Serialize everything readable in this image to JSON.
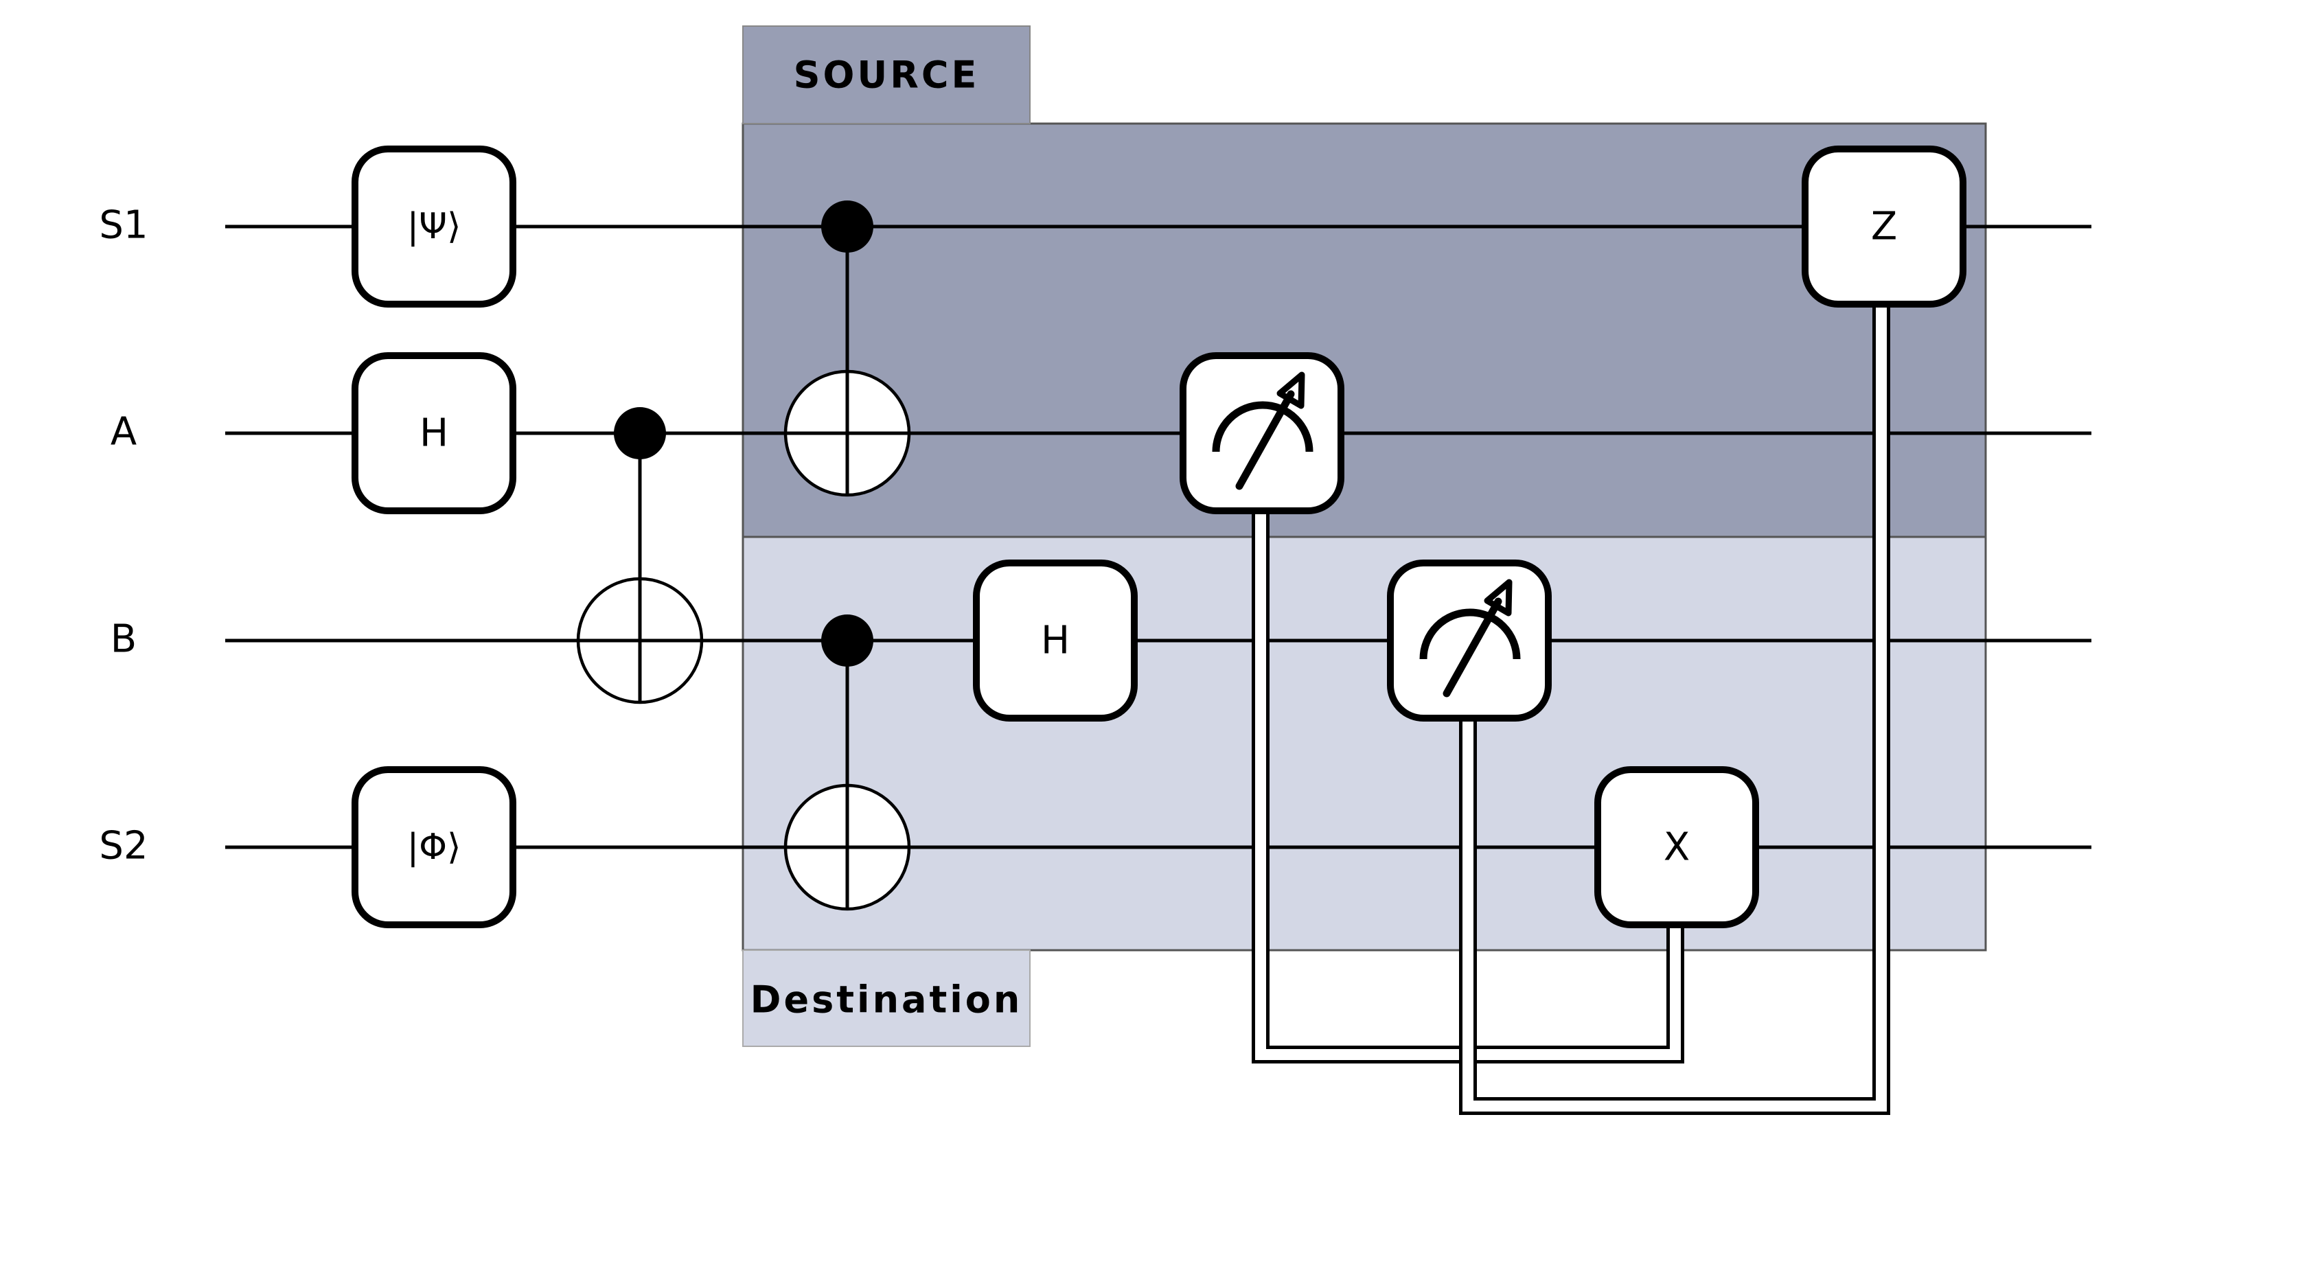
{
  "regions": {
    "source": {
      "label": "SOURCE",
      "color": "#989eb4"
    },
    "destination": {
      "label": "Destination",
      "color": "#d3d7e5"
    }
  },
  "qubits": [
    {
      "id": "s1",
      "label": "S1"
    },
    {
      "id": "a",
      "label": "A"
    },
    {
      "id": "b",
      "label": "B"
    },
    {
      "id": "s2",
      "label": "S2"
    }
  ],
  "gates": {
    "psi": {
      "label": "|Ψ⟩"
    },
    "h_a": {
      "label": "H"
    },
    "phi": {
      "label": "|Φ⟩"
    },
    "h_b": {
      "label": "H"
    },
    "x": {
      "label": "X"
    },
    "z": {
      "label": "Z"
    }
  }
}
